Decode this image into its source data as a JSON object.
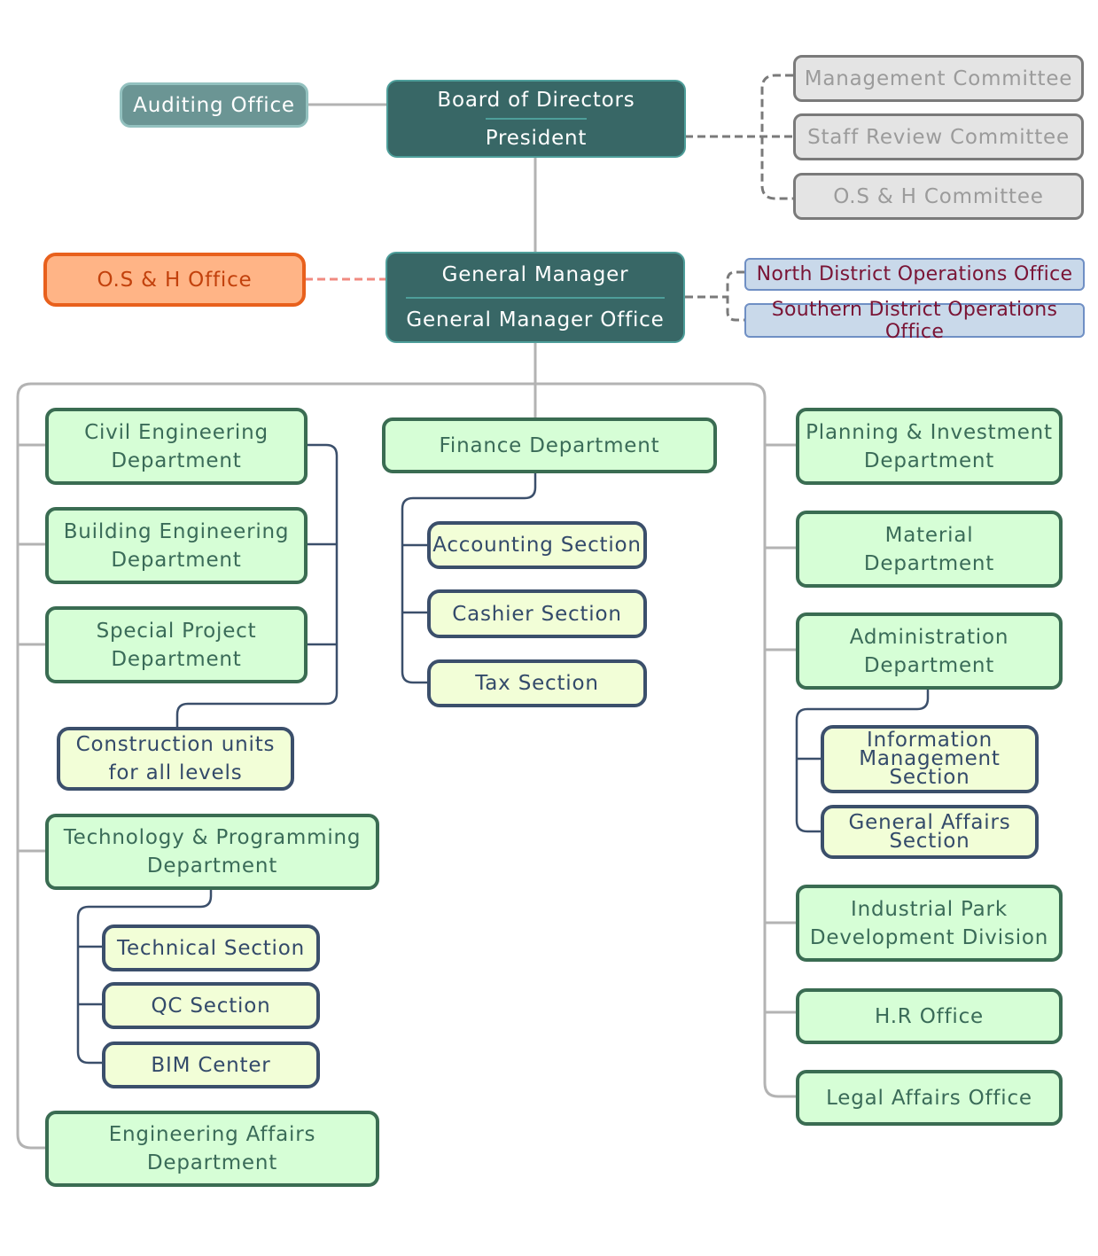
{
  "executive": {
    "board": "Board of Directors",
    "president": "President",
    "general_manager": "General Manager",
    "gm_office": "General Manager Office"
  },
  "auditing_office": "Auditing Office",
  "osh_office": "O.S & H Office",
  "committees": [
    "Management Committee",
    "Staff Review Committee",
    "O.S & H Committee"
  ],
  "district_offices": [
    "North District Operations Office",
    "Southern District Operations Office"
  ],
  "left_departments": {
    "civil": "Civil Engineering\nDepartment",
    "building": "Building Engineering\nDepartment",
    "special": "Special Project\nDepartment",
    "construction_units": "Construction units\nfor all levels",
    "technology": "Technology & Programming\nDepartment",
    "technology_sections": [
      "Technical Section",
      "QC Section",
      "BIM Center"
    ],
    "engineering_affairs": "Engineering Affairs\nDepartment"
  },
  "finance": {
    "department": "Finance Department",
    "sections": [
      "Accounting Section",
      "Cashier Section",
      "Tax Section"
    ]
  },
  "right_departments": {
    "planning": "Planning & Investment\nDepartment",
    "material": "Material\nDepartment",
    "administration": "Administration\nDepartment",
    "administration_sections": [
      "Information\nManagement\nSection",
      "General Affairs\nSection"
    ],
    "industrial": "Industrial Park\nDevelopment Division",
    "hr": "H.R Office",
    "legal": "Legal Affairs Office"
  },
  "colors": {
    "executive": "#386766",
    "auditing": "#6b9594",
    "osh": "#ffb486",
    "committee": "#e4e4e4",
    "district": "#c9d9ea",
    "department": "#d6fed6",
    "section": "#f2fed7"
  }
}
